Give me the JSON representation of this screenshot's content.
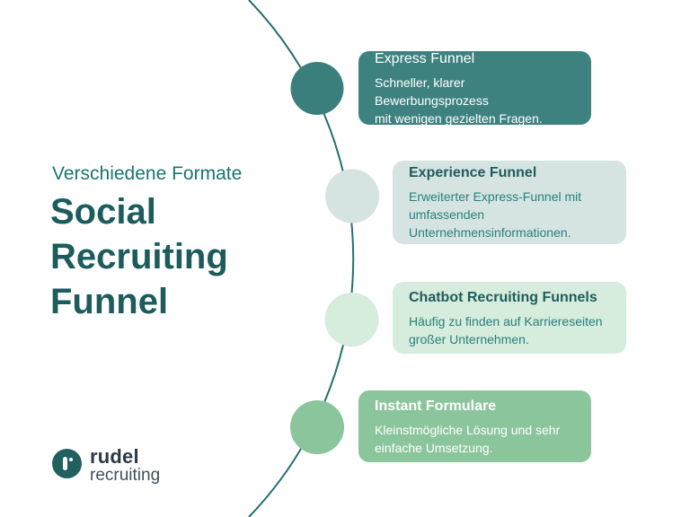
{
  "page": {
    "background": "#FFFFFF",
    "type": "infographic-slide"
  },
  "intro": {
    "subtitle": "Verschiedene Formate",
    "headline": "Social\nRecruiting\nFunnel",
    "subtitle_color": "#19746E",
    "headline_color": "#1D5C5C"
  },
  "timeline": {
    "line_color": "#266F6E",
    "nodes": [
      {
        "id": "node-express",
        "color": "#3B7F7D"
      },
      {
        "id": "node-experience",
        "color": "#D5E4E1"
      },
      {
        "id": "node-chatbot",
        "color": "#D6ECDC"
      },
      {
        "id": "node-instant",
        "color": "#8BC59C"
      }
    ]
  },
  "cards": [
    {
      "title": "Express Funnel",
      "body": "Schneller, klarer Bewerbungsprozess\nmit wenigen gezielten Fragen.",
      "bg": "#3E8280",
      "title_color": "#FFFFFF",
      "body_color": "#FFFFFF"
    },
    {
      "title": "Experience Funnel",
      "body": "Erweiterter Express-Funnel mit\numfassenden\nUnternehmensinformationen.",
      "bg": "#D5E4E1",
      "title_color": "#1D5C5C",
      "body_color": "#27807D"
    },
    {
      "title": "Chatbot Recruiting Funnels",
      "body": "Häufig zu finden auf Karriereseiten\ngroßer Unternehmen.",
      "bg": "#D6ECDC",
      "title_color": "#1D5C5C",
      "body_color": "#27807D"
    },
    {
      "title": "Instant Formulare",
      "body": "Kleinstmögliche Lösung und sehr\neinfache Umsetzung.",
      "bg": "#8BC59C",
      "title_color": "#FFFFFF",
      "body_color": "#FFFFFF"
    }
  ],
  "logo": {
    "brand": "rudel",
    "sub": "recruiting",
    "mark_color": "#20615F",
    "mark_glyph": "r"
  }
}
